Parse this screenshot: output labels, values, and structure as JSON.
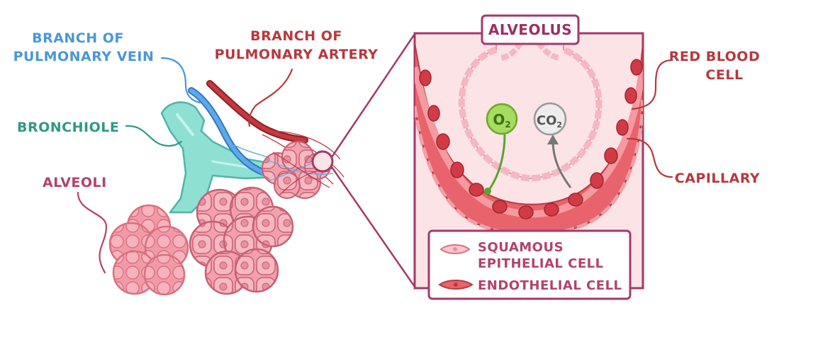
{
  "labels": {
    "pulmonary_vein_line1": "BRANCH OF",
    "pulmonary_vein_line2": "PULMONARY VEIN",
    "pulmonary_artery_line1": "BRANCH OF",
    "pulmonary_artery_line2": "PULMONARY ARTERY",
    "bronchiole": "BRONCHIOLE",
    "alveoli": "ALVEOLI",
    "alveolus_title": "ALVEOLUS",
    "red_blood_cell_line1": "RED BLOOD",
    "red_blood_cell_line2": "CELL",
    "capillary": "CAPILLARY",
    "o2_base": "O",
    "o2_sub": "2",
    "co2_base": "CO",
    "co2_sub": "2"
  },
  "legend": [
    {
      "line1": "SQUAMOUS",
      "line2": "EPITHELIAL CELL",
      "symbol": "squamous-epithelial-cell"
    },
    {
      "line1": "ENDOTHELIAL CELL",
      "line2": "",
      "symbol": "endothelial-cell"
    }
  ],
  "colors": {
    "vein": "#4a97d8",
    "artery": "#b8383d",
    "bronchiole": "#7fd8cc",
    "alveoli": "#f3a5b1",
    "inset_border": "#a23a6a",
    "inset_bg": "#fbe3e6",
    "o2": "#8fcc4a",
    "co2": "#dedede"
  }
}
